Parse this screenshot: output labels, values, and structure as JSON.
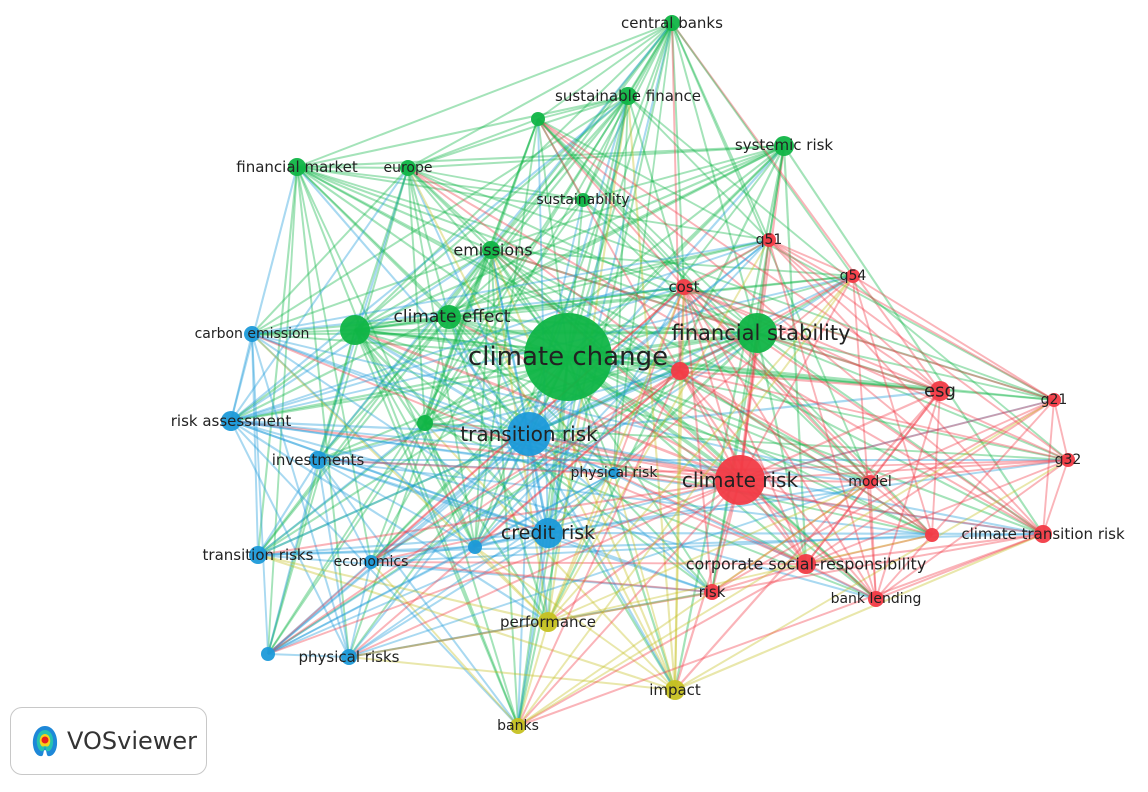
{
  "colors": {
    "green": "#10b546",
    "blue": "#1c9ad9",
    "red": "#f23b46",
    "yellow": "#c6c121",
    "background": "#ffffff"
  },
  "network": {
    "nodes": [
      {
        "label": "climate change",
        "cluster": "green"
      },
      {
        "label": "financial stability",
        "cluster": "green"
      },
      {
        "label": "climate effect",
        "cluster": "green"
      },
      {
        "label": "emissions",
        "cluster": "green"
      },
      {
        "label": "sustainability",
        "cluster": "green"
      },
      {
        "label": "systemic risk",
        "cluster": "green"
      },
      {
        "label": "central banks",
        "cluster": "green"
      },
      {
        "label": "sustainable finance",
        "cluster": "green"
      },
      {
        "label": "financial market",
        "cluster": "green"
      },
      {
        "label": "europe",
        "cluster": "green"
      },
      {
        "label": "",
        "cluster": "green"
      },
      {
        "label": "",
        "cluster": "green"
      },
      {
        "label": "",
        "cluster": "green"
      },
      {
        "label": "transition risk",
        "cluster": "blue"
      },
      {
        "label": "credit risk",
        "cluster": "blue"
      },
      {
        "label": "carbon emission",
        "cluster": "blue"
      },
      {
        "label": "risk assessment",
        "cluster": "blue"
      },
      {
        "label": "investments",
        "cluster": "blue"
      },
      {
        "label": "transition risks",
        "cluster": "blue"
      },
      {
        "label": "economics",
        "cluster": "blue"
      },
      {
        "label": "physical risks",
        "cluster": "blue"
      },
      {
        "label": "physical risk",
        "cluster": "blue"
      },
      {
        "label": "",
        "cluster": "blue"
      },
      {
        "label": "",
        "cluster": "blue"
      },
      {
        "label": "climate risk",
        "cluster": "red"
      },
      {
        "label": "esg",
        "cluster": "red"
      },
      {
        "label": "corporate social-responsibility",
        "cluster": "red"
      },
      {
        "label": "cost",
        "cluster": "red"
      },
      {
        "label": "q51",
        "cluster": "red"
      },
      {
        "label": "q54",
        "cluster": "red"
      },
      {
        "label": "g21",
        "cluster": "red"
      },
      {
        "label": "g32",
        "cluster": "red"
      },
      {
        "label": "model",
        "cluster": "red"
      },
      {
        "label": "climate transition risk",
        "cluster": "red"
      },
      {
        "label": "risk",
        "cluster": "red"
      },
      {
        "label": "bank lending",
        "cluster": "red"
      },
      {
        "label": "",
        "cluster": "red"
      },
      {
        "label": "",
        "cluster": "red"
      },
      {
        "label": "performance",
        "cluster": "yellow"
      },
      {
        "label": "impact",
        "cluster": "yellow"
      },
      {
        "label": "banks",
        "cluster": "yellow"
      }
    ]
  },
  "logo": {
    "text": "VOSviewer",
    "icon": "vosviewer-logo-icon"
  }
}
